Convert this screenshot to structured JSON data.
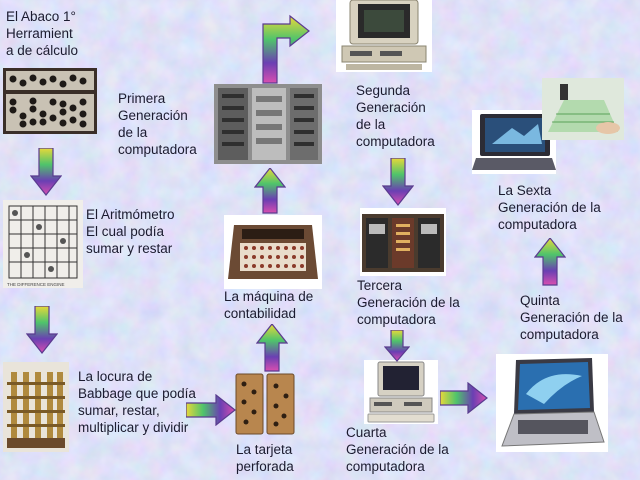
{
  "labels": {
    "abaco": "El Abaco 1°\nHerramient\na de cálculo",
    "aritmometro": "El Aritmómetro\nEl cual podía\nsumar y restar",
    "babbage": "La locura de\nBabbage que podía\nsumar, restar,\nmultiplicar y dividir",
    "tarjeta": "La tarjeta\nperforada",
    "contabilidad": "La máquina de\ncontabilidad",
    "primera": "Primera\nGeneración\nde la\ncomputadora",
    "segunda": "Segunda\nGeneración\nde la\ncomputadora",
    "tercera": "Tercera\nGeneración de la\ncomputadora",
    "cuarta": "Cuarta\nGeneración de la\ncomputadora",
    "quinta": "Quinta\nGeneración de la\ncomputadora",
    "sexta": "La Sexta\nGeneración de la\ncomputadora"
  },
  "image_caption_small": "THE DIFFERENCE ENGINE",
  "colors": {
    "background": "#b9c4ec",
    "arrow_gradient": [
      "#e8d83a",
      "#4fc46b",
      "#6a3fb3",
      "#d94fb0"
    ],
    "text": "#1b1b2f"
  }
}
